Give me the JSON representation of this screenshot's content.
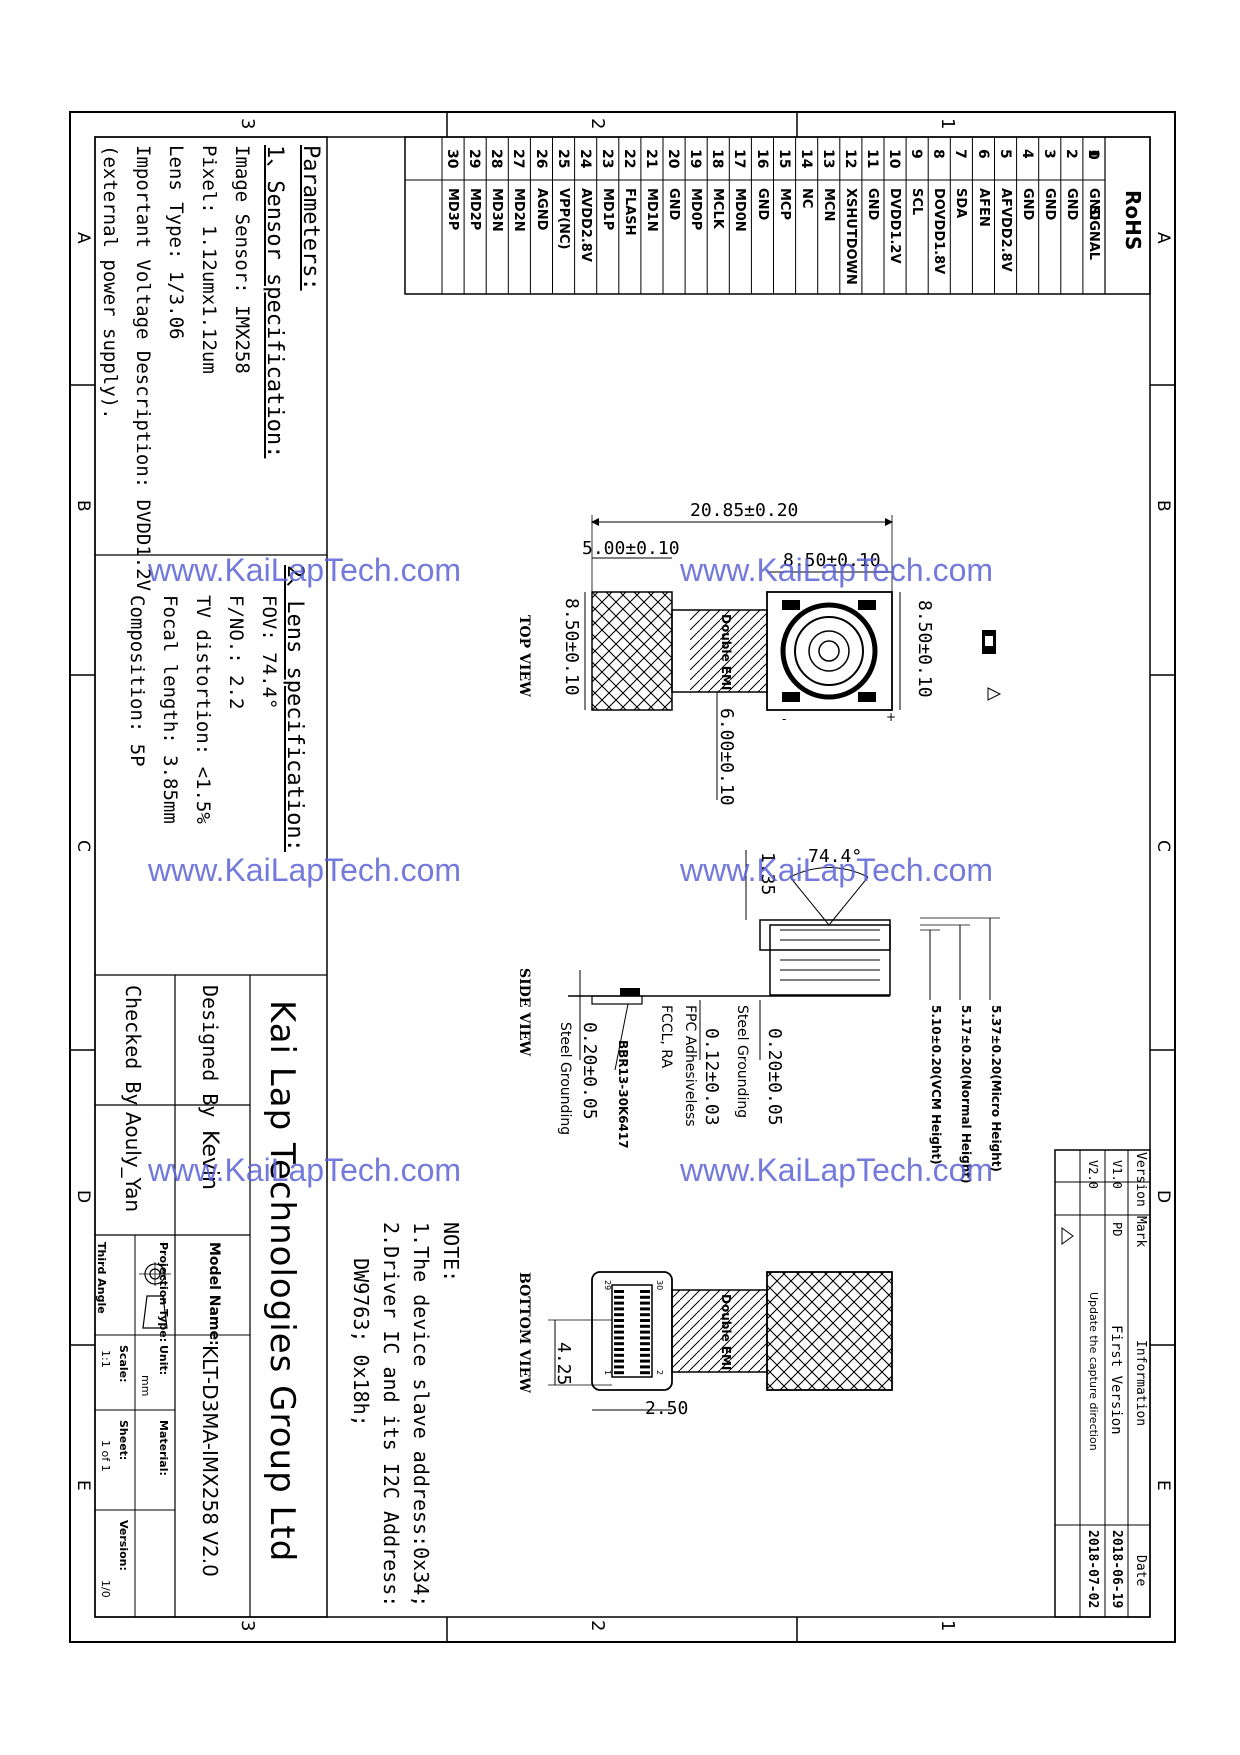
{
  "grid": {
    "zones_top": [
      "1",
      "2",
      "3"
    ],
    "zones_side": [
      "A",
      "B",
      "C",
      "D",
      "E"
    ]
  },
  "pin_table": {
    "header_num": "0",
    "header_sig": "SIGNAL",
    "title": "RoHS",
    "pins": [
      {
        "n": "1",
        "s": "GND"
      },
      {
        "n": "2",
        "s": "GND"
      },
      {
        "n": "3",
        "s": "GND"
      },
      {
        "n": "4",
        "s": "GND"
      },
      {
        "n": "5",
        "s": "AFVDD2.8V"
      },
      {
        "n": "6",
        "s": "AFEN"
      },
      {
        "n": "7",
        "s": "SDA"
      },
      {
        "n": "8",
        "s": "DOVDD1.8V"
      },
      {
        "n": "9",
        "s": "SCL"
      },
      {
        "n": "10",
        "s": "DVDD1.2V"
      },
      {
        "n": "11",
        "s": "GND"
      },
      {
        "n": "12",
        "s": "XSHUTDOWN"
      },
      {
        "n": "13",
        "s": "MCN"
      },
      {
        "n": "14",
        "s": "NC"
      },
      {
        "n": "15",
        "s": "MCP"
      },
      {
        "n": "16",
        "s": "GND"
      },
      {
        "n": "17",
        "s": "MD0N"
      },
      {
        "n": "18",
        "s": "MCLK"
      },
      {
        "n": "19",
        "s": "MD0P"
      },
      {
        "n": "20",
        "s": "GND"
      },
      {
        "n": "21",
        "s": "MD1N"
      },
      {
        "n": "22",
        "s": "FLASH"
      },
      {
        "n": "23",
        "s": "MD1P"
      },
      {
        "n": "24",
        "s": "AVDD2.8V"
      },
      {
        "n": "25",
        "s": "VPP(NC)"
      },
      {
        "n": "26",
        "s": "AGND"
      },
      {
        "n": "27",
        "s": "MD2N"
      },
      {
        "n": "28",
        "s": "MD3N"
      },
      {
        "n": "29",
        "s": "MD2P"
      },
      {
        "n": "30",
        "s": "MD3P"
      }
    ]
  },
  "parameters": {
    "title": "Parameters:",
    "sensor_title": "1、Sensor specification:",
    "sensor_lines": [
      "Image Sensor: IMX258",
      "Pixel: 1.12umx1.12um",
      "Lens Type: 1/3.06",
      "Important Voltage Description: DVDD1.2V",
      "(external power supply)."
    ],
    "lens_title": "2、Lens specification:",
    "lens_lines": [
      "FOV: 74.4°",
      "F/NO.: 2.2",
      "TV distortion: <1.5%",
      "Focal length: 3.85mm",
      "Composition: 5P"
    ]
  },
  "views": {
    "top": "TOP VIEW",
    "side": "SIDE VIEW",
    "bottom": "BOTTOM VIEW"
  },
  "dimensions": {
    "total_len": "20.85±0.20",
    "conn_len": "5.00±0.10",
    "mod_w": "8.50±0.10",
    "mod_h": "8.50±0.10",
    "conn_h": "8.50±0.10",
    "fpc_w": "6.00±0.10",
    "double_emi": "Double EMI",
    "fov": "74.4°",
    "lens_top": "1.35",
    "h_micro": "5.37±0.20(Micro Height)",
    "h_normal": "5.17±0.20(Normal Height)",
    "h_vcm": "5.10±0.20(VCM Height)",
    "t_steel1": "0.20±0.05",
    "steel_grounding": "Steel Grounding",
    "t_fpc": "0.12±0.03",
    "fpc_adh": "FPC Adhesiveless",
    "fccl": "FCCL, RA",
    "conn_part": "BBR13-30K6417",
    "t_steel2": "0.20±0.05",
    "bot_h": "4.25",
    "bot_w": "2.50",
    "pin1": "1",
    "pin2": "2",
    "pin29": "29",
    "pin30": "30",
    "plus": "+",
    "minus": "-"
  },
  "notes": {
    "title": "NOTE:",
    "lines": [
      "1.The device slave address:0x34;",
      "2.Driver IC and its I2C Address:",
      "   DW9763; 0x18h;"
    ]
  },
  "revisions": {
    "headers": [
      "Version",
      "Mark",
      "Information",
      "Date"
    ],
    "rows": [
      {
        "version": "V1.0",
        "mark": "PD",
        "info": "First Version",
        "date": "2018-06-19"
      },
      {
        "version": "V2.0",
        "mark": "",
        "info": "Update the capture direction",
        "date": "2018-07-02"
      }
    ]
  },
  "title_block": {
    "company": "Kai Lap Technologies Group Ltd",
    "designed_label": "Designed By",
    "designed_value": "Kevin",
    "checked_label": "Checked By",
    "checked_value": "Aouly_Yan",
    "model_label": "Model Name:",
    "model_value": "KLT-D3MA-IMX258 V2.0",
    "projection_label": "Projection Type:",
    "projection_value": "Third Angle",
    "unit_label": "Unit:",
    "unit_value": "mm",
    "material_label": "Material:",
    "material_value": "",
    "scale_label": "Scale:",
    "scale_value": "1:1",
    "sheet_label": "Sheet:",
    "sheet_value": "1 of 1",
    "version_label": "Version:",
    "version_value": "1/0"
  },
  "watermark": "www.KaiLapTech.com"
}
